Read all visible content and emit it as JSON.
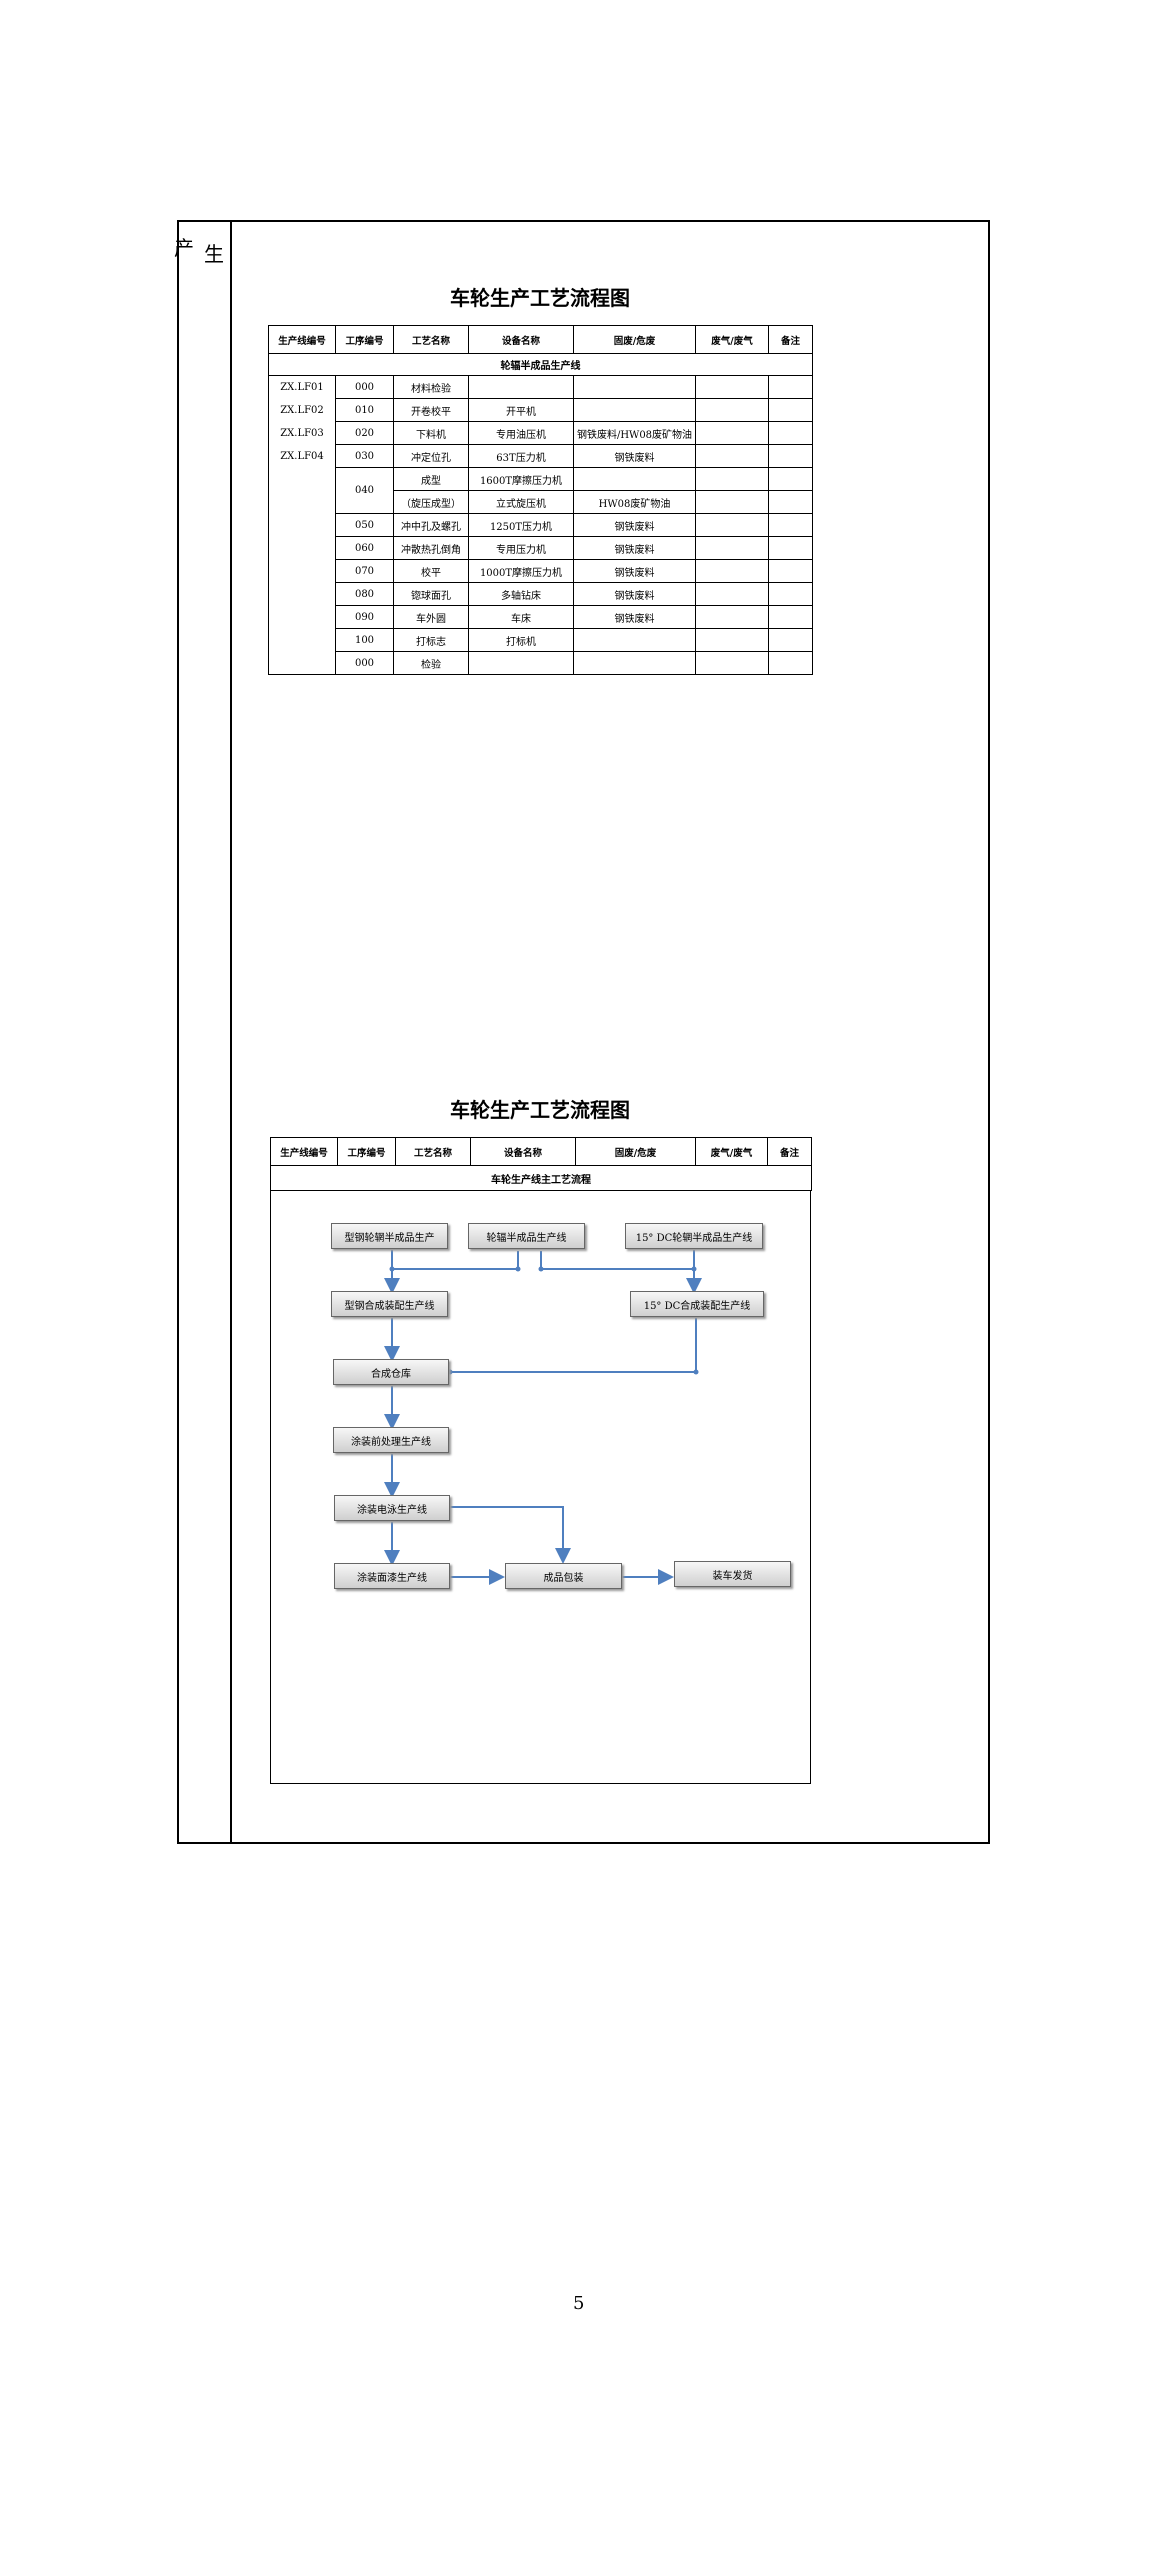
{
  "side_chars": [
    "产",
    "生"
  ],
  "table1": {
    "title": "车轮生产工艺流程图",
    "headers": [
      "生产线编号",
      "工序编号",
      "工艺名称",
      "设备名称",
      "固废/危废",
      "废气/废气",
      "备注"
    ],
    "section": "轮辐半成品生产线",
    "line_ids": [
      "ZX.LF01",
      "ZX.LF02",
      "ZX.LF03",
      "ZX.LF04"
    ],
    "rows": [
      {
        "code": "000",
        "process": "材料检验",
        "equipment": "",
        "waste": ""
      },
      {
        "code": "010",
        "process": "开卷校平",
        "equipment": "开平机",
        "waste": ""
      },
      {
        "code": "020",
        "process": "下料机",
        "equipment": "专用油压机",
        "waste": "钢铁废料/HW08废矿物油"
      },
      {
        "code": "030",
        "process": "冲定位孔",
        "equipment": "63T压力机",
        "waste": "钢铁废料"
      },
      {
        "code": "040",
        "process": "成型",
        "equipment": "1600T摩擦压力机",
        "waste": ""
      },
      {
        "code": "",
        "process": "（旋压成型）",
        "equipment": "立式旋压机",
        "waste": "HW08废矿物油"
      },
      {
        "code": "050",
        "process": "冲中孔及螺孔",
        "equipment": "1250T压力机",
        "waste": "钢铁废料"
      },
      {
        "code": "060",
        "process": "冲散热孔倒角",
        "equipment": "专用压力机",
        "waste": "钢铁废料"
      },
      {
        "code": "070",
        "process": "校平",
        "equipment": "1000T摩擦压力机",
        "waste": "钢铁废料"
      },
      {
        "code": "080",
        "process": "锪球面孔",
        "equipment": "多轴钻床",
        "waste": "钢铁废料"
      },
      {
        "code": "090",
        "process": "车外圆",
        "equipment": "车床",
        "waste": "钢铁废料"
      },
      {
        "code": "100",
        "process": "打标志",
        "equipment": "打标机",
        "waste": ""
      },
      {
        "code": "000",
        "process": "检验",
        "equipment": "",
        "waste": ""
      }
    ]
  },
  "table2": {
    "title": "车轮生产工艺流程图",
    "headers": [
      "生产线编号",
      "工序编号",
      "工艺名称",
      "设备名称",
      "固废/危废",
      "废气/废气",
      "备注"
    ],
    "section": "车轮生产线主工艺流程"
  },
  "flow": {
    "n1": "型钢轮辋半成品生产",
    "n2": "轮辐半成品生产线",
    "n3": "15° DC轮辋半成品生产线",
    "n4": "型钢合成装配生产线",
    "n5": "15° DC合成装配生产线",
    "n6": "合成仓库",
    "n7": "涂装前处理生产线",
    "n8": "涂装电泳生产线",
    "n9": "涂装面漆生产线",
    "n10": "成品包装",
    "n11": "装车发货"
  },
  "page_number": "5",
  "colors": {
    "arrow": "#4f7fbf"
  }
}
